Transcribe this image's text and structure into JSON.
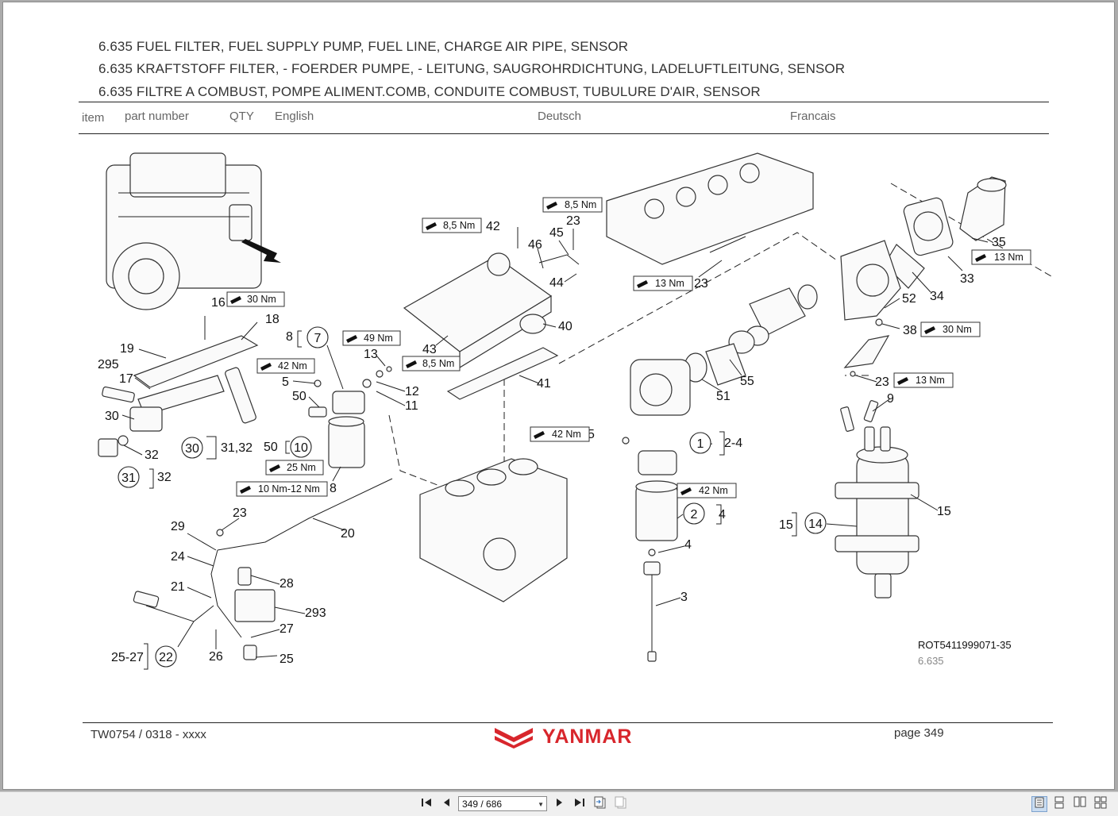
{
  "document": {
    "titles": [
      "6.635 FUEL FILTER, FUEL SUPPLY PUMP, FUEL LINE, CHARGE AIR PIPE, SENSOR",
      "6.635 KRAFTSTOFF FILTER, - FOERDER PUMPE, - LEITUNG, SAUGROHRDICHTUNG, LADELUFTLEITUNG, SENSOR",
      "6.635 FILTRE A COMBUST, POMPE ALIMENT.COMB, CONDUITE COMBUST, TUBULURE D'AIR, SENSOR"
    ],
    "columns": {
      "item": "item",
      "part_number": "part number",
      "qty": "QTY",
      "english": "English",
      "deutsch": "Deutsch",
      "francais": "Francais"
    },
    "drawing_ref": "ROT5411999071-35",
    "drawing_model": "6.635",
    "footer": {
      "doc_code": "TW0754 / 0318 - xxxx",
      "brand": "YANMAR",
      "page_label": "page 349"
    }
  },
  "callouts": {
    "c16": "16",
    "c18": "18",
    "c19": "19",
    "c295": "295",
    "c17": "17",
    "c30": "30",
    "c32": "32",
    "c8": "8",
    "c7": "7",
    "c13": "13",
    "c5": "5",
    "c50": "50",
    "c12": "12",
    "c11": "11",
    "c42": "42",
    "c46": "46",
    "c45": "45",
    "c23": "23",
    "c44": "44",
    "c43": "43",
    "c40": "40",
    "c41": "41",
    "c35": "35",
    "c33": "33",
    "c34": "34",
    "c52": "52",
    "c38": "38",
    "c9": "9",
    "c51": "51",
    "c55": "55",
    "c2_4": "2-4",
    "c4": "4",
    "c3": "3",
    "c15": "15",
    "c29": "29",
    "c24": "24",
    "c21": "21",
    "c28": "28",
    "c293": "293",
    "c27": "27",
    "c25_27": "25-27",
    "c26": "26",
    "c25": "25",
    "c20": "20",
    "c31_32": "31,32"
  },
  "circled": {
    "k7": "7",
    "k30": "30",
    "k31": "31",
    "k10": "10",
    "k1": "1",
    "k2": "2",
    "k14": "14",
    "k22": "22"
  },
  "torques": {
    "t30a": "30 Nm",
    "t42a": "42 Nm",
    "t49": "49 Nm",
    "t85a": "8,5 Nm",
    "t85b": "8,5 Nm",
    "t85c": "8,5 Nm",
    "t13a": "13 Nm",
    "t13b": "13 Nm",
    "t30b": "30 Nm",
    "t13c": "13 Nm",
    "t25": "25 Nm",
    "t10_12": "10 Nm-12 Nm",
    "t42b": "42 Nm",
    "t42c": "42 Nm"
  },
  "toolbar": {
    "page_selector": "349 / 686",
    "icons": [
      "first-page-icon",
      "prev-page-icon",
      "next-page-icon",
      "last-page-icon",
      "back-view-icon",
      "forward-view-icon",
      "single-page-icon",
      "continuous-icon",
      "facing-icon",
      "continuous-facing-icon"
    ]
  },
  "colors": {
    "brand_red": "#d8262c",
    "viewer_bg": "#ababab",
    "toolbar_bg": "#f0f0f0"
  }
}
